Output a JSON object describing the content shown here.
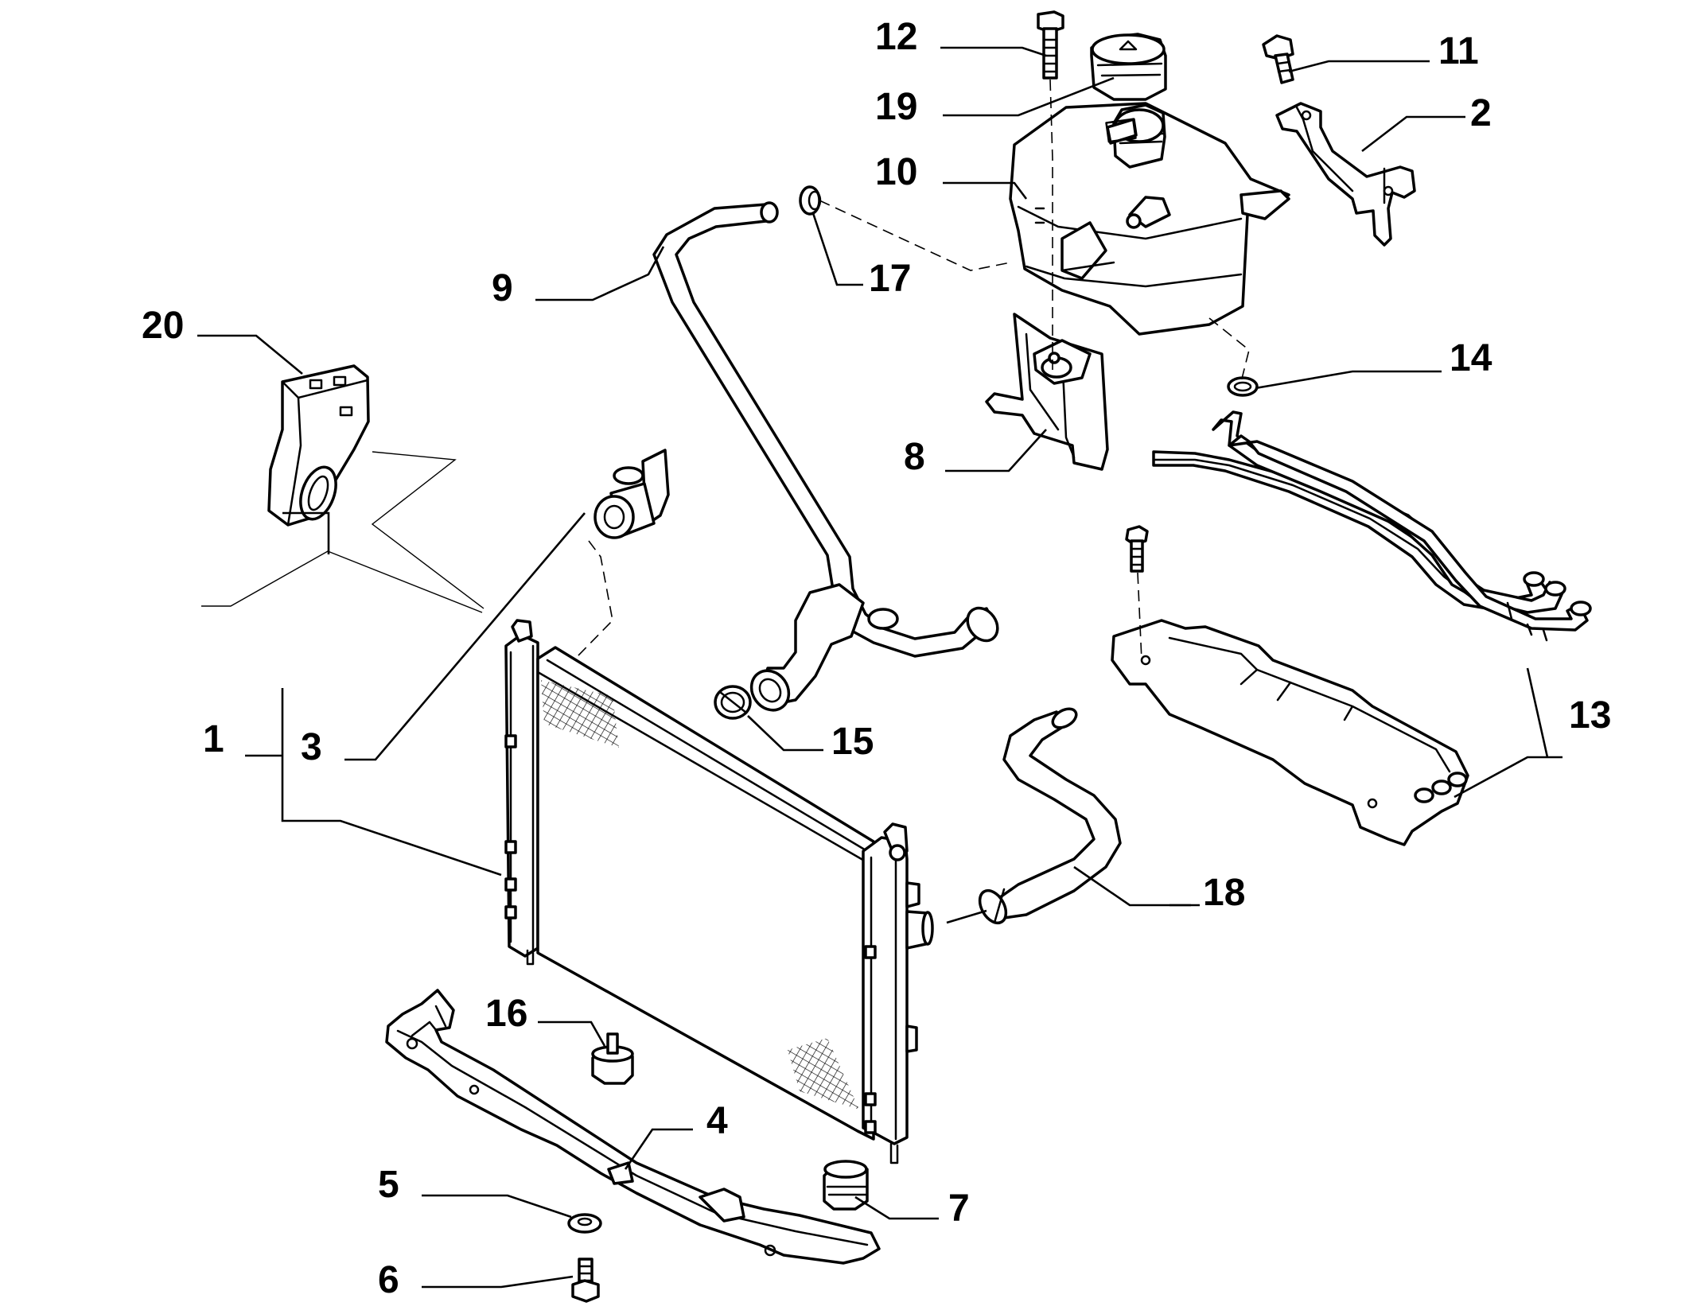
{
  "colors": {
    "line": "#000000",
    "background": "#ffffff"
  },
  "callouts": [
    {
      "id": "1",
      "label": "1",
      "part": "radiator"
    },
    {
      "id": "2",
      "label": "2",
      "part": "reservoir-bracket"
    },
    {
      "id": "3",
      "label": "3",
      "part": "radiator-plug"
    },
    {
      "id": "4",
      "label": "4",
      "part": "lower-crossmember"
    },
    {
      "id": "5",
      "label": "5",
      "part": "washer"
    },
    {
      "id": "6",
      "label": "6",
      "part": "bolt"
    },
    {
      "id": "7",
      "label": "7",
      "part": "rubber-mount"
    },
    {
      "id": "8",
      "label": "8",
      "part": "reservoir-support"
    },
    {
      "id": "9",
      "label": "9",
      "part": "upper-hose"
    },
    {
      "id": "10",
      "label": "10",
      "part": "expansion-tank"
    },
    {
      "id": "11",
      "label": "11",
      "part": "bolt"
    },
    {
      "id": "12",
      "label": "12",
      "part": "bolt"
    },
    {
      "id": "13",
      "label": "13",
      "part": "pipe-assembly"
    },
    {
      "id": "14",
      "label": "14",
      "part": "clamp"
    },
    {
      "id": "15",
      "label": "15",
      "part": "hose-clamp"
    },
    {
      "id": "16",
      "label": "16",
      "part": "rubber-pad"
    },
    {
      "id": "17",
      "label": "17",
      "part": "clamp"
    },
    {
      "id": "18",
      "label": "18",
      "part": "lower-hose"
    },
    {
      "id": "19",
      "label": "19",
      "part": "filler-cap"
    },
    {
      "id": "20",
      "label": "20",
      "part": "mounting-bracket"
    }
  ]
}
